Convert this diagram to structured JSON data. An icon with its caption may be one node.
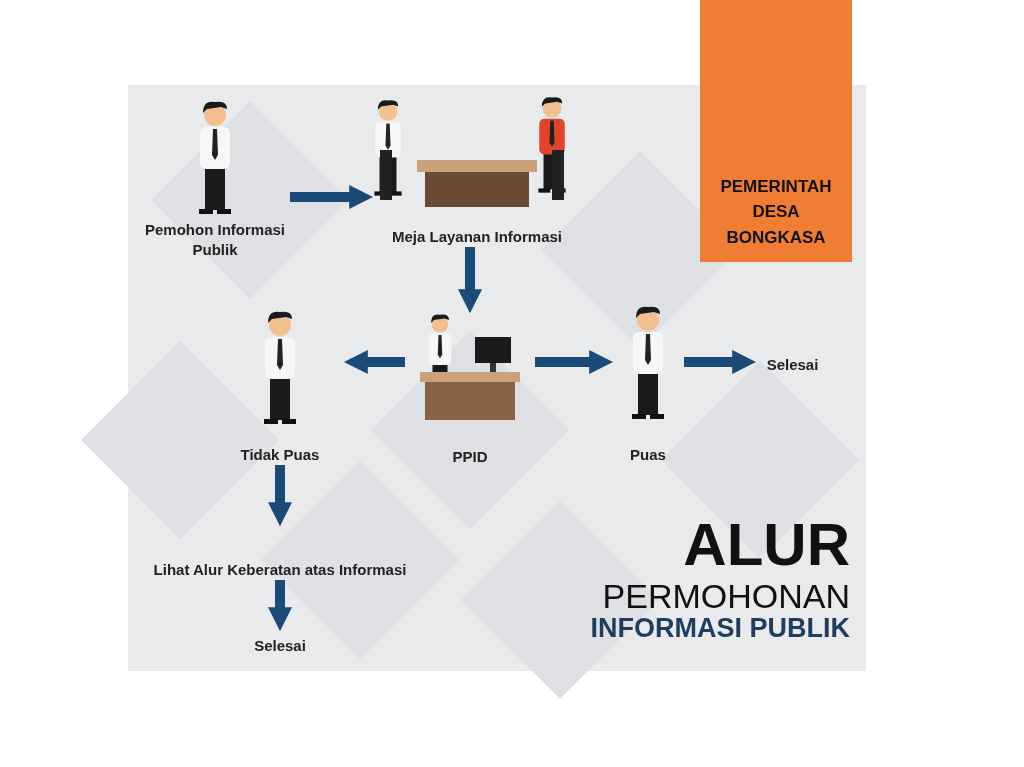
{
  "diagram": {
    "title": "ALUR PERMOHONAN INFORMASI PUBLIK",
    "nodes": [
      {
        "text": [
          "Pemohon Informasi Publik"
        ]
      },
      {
        "text": [
          "Meja Layanan Informasi"
        ]
      },
      {
        "text": [
          "PPID"
        ]
      },
      {
        "text": [
          "Tidak Puas"
        ]
      },
      {
        "text": [
          "Puas"
        ]
      },
      {
        "text": [
          "Selesai"
        ]
      },
      {
        "text": [
          "Lihat Alur Keberatan atas Informasi"
        ]
      },
      {
        "text": [
          "Selesai"
        ]
      },
      {
        "text": [
          "PEMERINTAH DESA BONGKASA"
        ]
      }
    ],
    "edges": [
      {
        "from": 0,
        "to": 1,
        "arrow": "to"
      },
      {
        "from": 1,
        "to": 2,
        "arrow": "to"
      },
      {
        "from": 2,
        "to": 3,
        "arrow": "to"
      },
      {
        "from": 2,
        "to": 4,
        "arrow": "to"
      },
      {
        "from": 4,
        "to": 5,
        "arrow": "to"
      },
      {
        "from": 3,
        "to": 6,
        "arrow": "to"
      },
      {
        "from": 6,
        "to": 7,
        "arrow": "to"
      }
    ]
  }
}
